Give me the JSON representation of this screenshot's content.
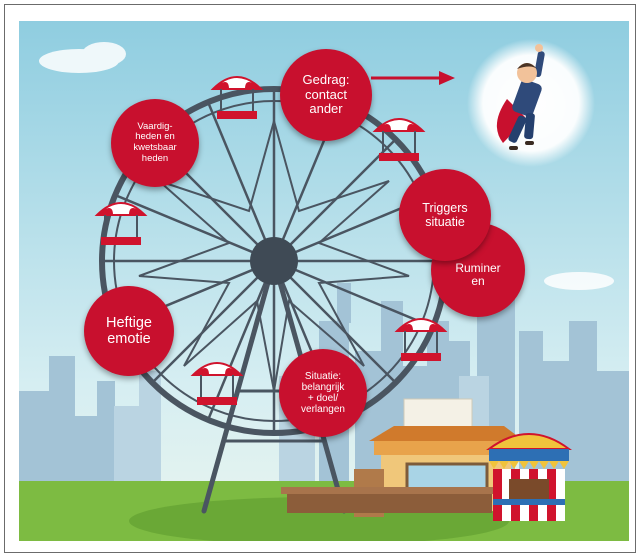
{
  "diagram": {
    "nodes": [
      {
        "id": "gedrag",
        "label": "Gedrag:\ncontact\nander"
      },
      {
        "id": "vaardigheden",
        "label": "Vaardig-\nheden en\nkwetsbaar\nheden"
      },
      {
        "id": "triggers",
        "label": "Triggers\nsituatie"
      },
      {
        "id": "ruminer",
        "label": "Ruminer\nen"
      },
      {
        "id": "heftige-emotie",
        "label": "Heftige\nemotie"
      },
      {
        "id": "situatie",
        "label": "Situatie:\nbelangrijk\n+ doel/\nverlangen"
      }
    ],
    "edges": [
      {
        "from": "gedrag",
        "to": "superhero",
        "style": "arrow"
      }
    ]
  },
  "colors": {
    "node_fill": "#c8102e",
    "sky": "#a9d8e6",
    "grass": "#7dbb42",
    "wheel": "#4a5561",
    "hub": "#3f4a55"
  },
  "illustration": {
    "subject": "ferris-wheel-scene",
    "icons": [
      "ferris-wheel-icon",
      "superhero-icon",
      "city-skyline-icon",
      "food-stall-icon",
      "popcorn-stand-icon"
    ]
  }
}
